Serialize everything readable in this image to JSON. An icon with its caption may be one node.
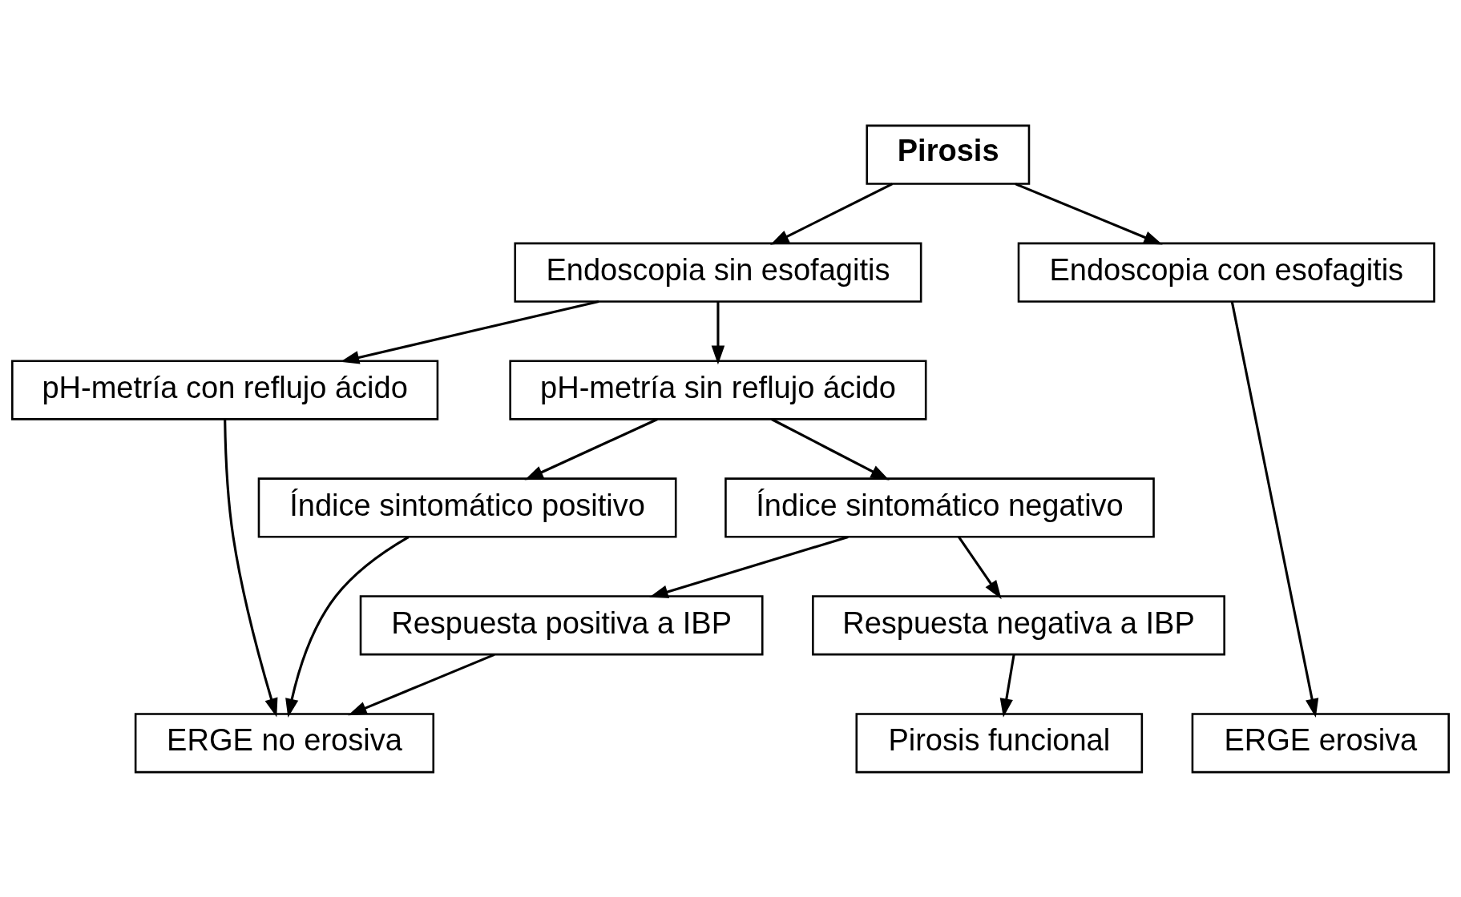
{
  "diagram": {
    "nodes": [
      {
        "text": [
          "Pirosis"
        ]
      },
      {
        "text": [
          "Endoscopia sin esofagitis"
        ]
      },
      {
        "text": [
          "Endoscopia con esofagitis"
        ]
      },
      {
        "text": [
          "pH-metría con reflujo ácido"
        ]
      },
      {
        "text": [
          "pH-metría sin reflujo ácido"
        ]
      },
      {
        "text": [
          "Índice sintomático positivo"
        ]
      },
      {
        "text": [
          "Índice sintomático negativo"
        ]
      },
      {
        "text": [
          "Respuesta positiva a IBP"
        ]
      },
      {
        "text": [
          "Respuesta negativa a IBP"
        ]
      },
      {
        "text": [
          "ERGE no erosiva"
        ]
      },
      {
        "text": [
          "Pirosis funcional"
        ]
      },
      {
        "text": [
          "ERGE erosiva"
        ]
      }
    ],
    "edges": [
      {
        "from": 0,
        "to": 1,
        "arrow": "to"
      },
      {
        "from": 0,
        "to": 2,
        "arrow": "to"
      },
      {
        "from": 1,
        "to": 3,
        "arrow": "to"
      },
      {
        "from": 1,
        "to": 4,
        "arrow": "to"
      },
      {
        "from": 2,
        "to": 11,
        "arrow": "to"
      },
      {
        "from": 3,
        "to": 9,
        "arrow": "to"
      },
      {
        "from": 4,
        "to": 5,
        "arrow": "to"
      },
      {
        "from": 4,
        "to": 6,
        "arrow": "to"
      },
      {
        "from": 5,
        "to": 9,
        "arrow": "to"
      },
      {
        "from": 6,
        "to": 7,
        "arrow": "to"
      },
      {
        "from": 6,
        "to": 8,
        "arrow": "to"
      },
      {
        "from": 7,
        "to": 9,
        "arrow": "to"
      },
      {
        "from": 8,
        "to": 10,
        "arrow": "to"
      }
    ]
  }
}
